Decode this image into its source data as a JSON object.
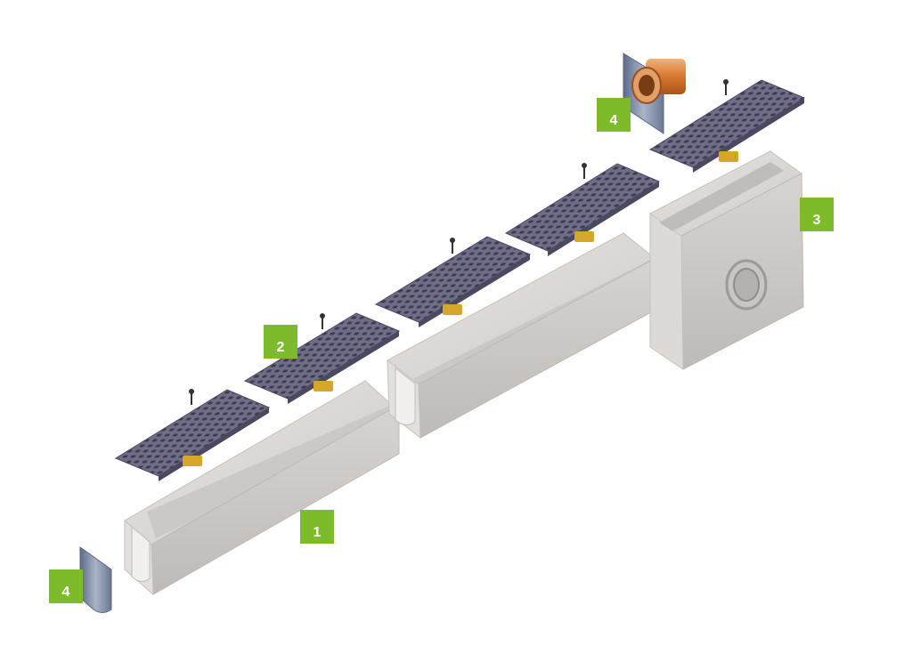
{
  "labels": {
    "channel": "1",
    "grate": "2",
    "sump_unit": "3",
    "end_cap_front": "4",
    "end_cap_outlet": "4"
  },
  "colors": {
    "concrete": "#d9d6d3",
    "concrete_shade": "#b9b6b3",
    "grate": "#6e6c86",
    "grate_dark": "#4b4960",
    "clip": "#d4a72a",
    "badge": "#7dbb2a",
    "pipe": "#d9823d",
    "steel": "#7c8aa6"
  }
}
